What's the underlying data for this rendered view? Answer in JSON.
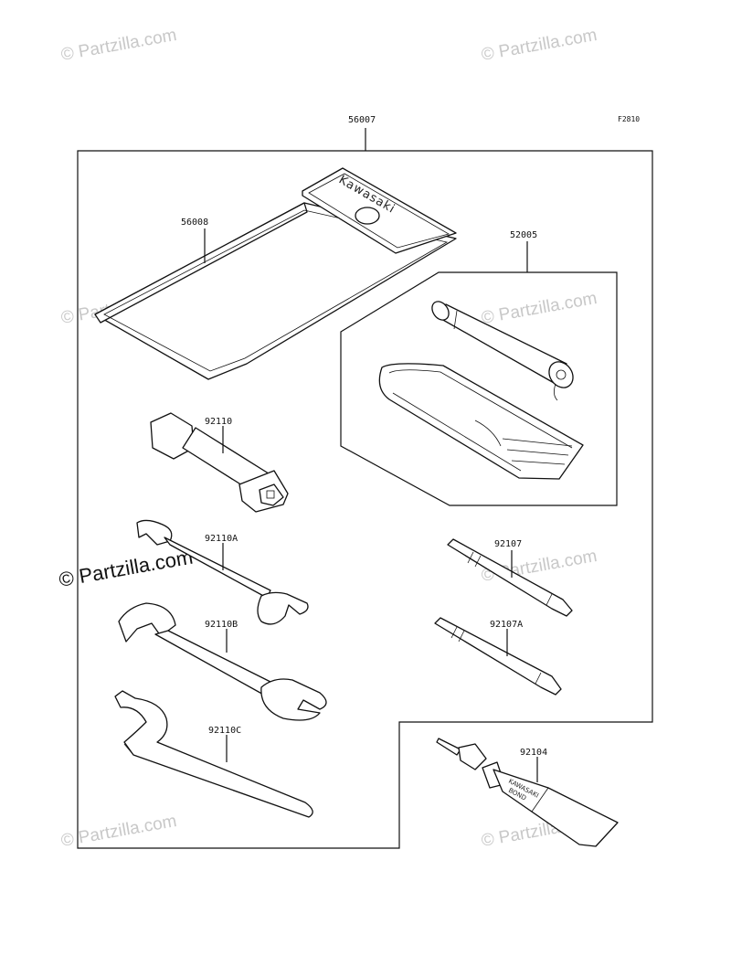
{
  "figure_code": "F2810",
  "watermark_text": "© Partzilla.com",
  "parts": {
    "kit": "56007",
    "pouch": "56008",
    "pump_bag": "52005",
    "box_wrench": "92110",
    "wrench_a": "92110A",
    "wrench_b": "92110B",
    "hook_wrench": "92110C",
    "screwdriver": "92107",
    "screwdriver_a": "92107A",
    "bond": "92104"
  },
  "brand": {
    "pouch_text": "Kawasaki",
    "tube_text_1": "KAWASAKI",
    "tube_text_2": "BOND"
  }
}
